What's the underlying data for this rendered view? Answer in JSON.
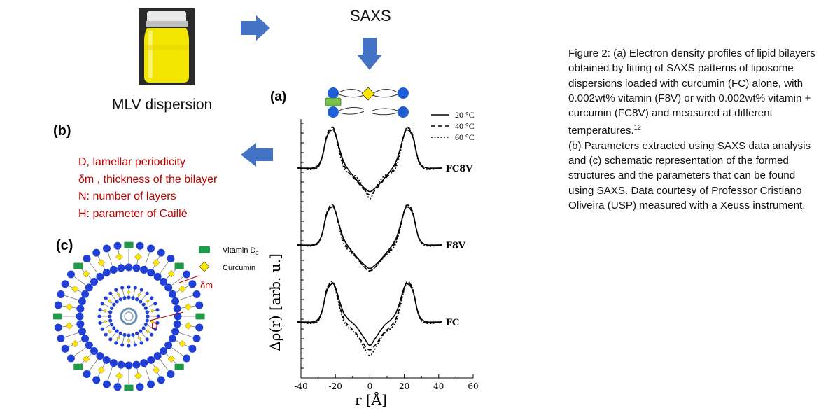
{
  "photo": {
    "label": "MLV dispersion"
  },
  "process": {
    "label": "SAXS"
  },
  "labels": {
    "a": "(a)",
    "b": "(b)",
    "c": "(c)"
  },
  "parameters": [
    "D, lamellar periodicity",
    "δm , thickness of the bilayer",
    "N: number of layers",
    "H: parameter of Caillé"
  ],
  "caption": {
    "text": "Figure 2: (a) Electron density profiles of lipid bilayers obtained by fitting of SAXS patterns of liposome dispersions loaded with curcumin (FC) alone, with 0.002wt% vitamin (F8V) or with 0.002wt% vitamin + curcumin (FC8V) and measured at different temperatures.",
    "ref": "12",
    "text2": "(b) Parameters extracted using SAXS data analysis and (c) schematic representation of the formed structures and the parameters that can be found using SAXS. Data courtesy of Professor Cristiano Oliveira (USP) measured with a Xeuss instrument."
  },
  "schematic_legend": {
    "vitamin": "Vitamin D",
    "vitamin_sub": "3",
    "curcumin": "Curcumin",
    "dm": "δm",
    "D": "D"
  },
  "colors": {
    "arrow": "#4472c4",
    "param_text": "#c00000",
    "head": "#1f3fd6",
    "vitamin": "#1e9a48",
    "curcumin": "#ffe600",
    "jar_liquid": "#f2e600"
  },
  "chart_data": {
    "type": "line",
    "xlabel": "r [Å]",
    "ylabel": "Δρ(r) [arb. u.]",
    "xlim": [
      -40,
      60
    ],
    "xticks": [
      -40,
      -20,
      0,
      20,
      40,
      60
    ],
    "legend_position": "top-right",
    "series_styles": [
      {
        "name": "20 °C",
        "dash": "solid"
      },
      {
        "name": "40 °C",
        "dash": "dashed"
      },
      {
        "name": "60 °C",
        "dash": "dotted"
      }
    ],
    "panels": [
      {
        "name": "FC8V",
        "offset": 2,
        "profiles": {
          "20 °C": {
            "x": [
              -42,
              -30,
              -25,
              -22,
              -20,
              -15,
              -8,
              -3,
              0,
              3,
              8,
              15,
              20,
              22,
              25,
              30,
              42
            ],
            "y": [
              0,
              0.05,
              0.55,
              0.68,
              0.6,
              0.1,
              -0.2,
              -0.36,
              -0.42,
              -0.36,
              -0.2,
              0.1,
              0.6,
              0.68,
              0.55,
              0.05,
              0
            ]
          },
          "40 °C": {
            "x": [
              -42,
              -30,
              -25,
              -22,
              -20,
              -15,
              -8,
              -3,
              0,
              3,
              8,
              15,
              20,
              22,
              25,
              30,
              42
            ],
            "y": [
              0,
              0.03,
              0.58,
              0.73,
              0.62,
              0.05,
              -0.22,
              -0.4,
              -0.48,
              -0.4,
              -0.22,
              0.05,
              0.62,
              0.73,
              0.58,
              0.03,
              0
            ]
          },
          "60 °C": {
            "x": [
              -42,
              -30,
              -25,
              -22,
              -20,
              -15,
              -8,
              -3,
              0,
              3,
              8,
              15,
              20,
              22,
              25,
              30,
              42
            ],
            "y": [
              0,
              0.02,
              0.55,
              0.72,
              0.6,
              0.0,
              -0.15,
              -0.38,
              -0.55,
              -0.38,
              -0.15,
              0.0,
              0.6,
              0.72,
              0.55,
              0.02,
              0
            ]
          }
        }
      },
      {
        "name": "F8V",
        "offset": 1,
        "profiles": {
          "20 °C": {
            "x": [
              -42,
              -30,
              -25,
              -22,
              -20,
              -15,
              -8,
              -3,
              0,
              3,
              8,
              15,
              20,
              22,
              25,
              30,
              42
            ],
            "y": [
              0,
              0.05,
              0.55,
              0.68,
              0.6,
              0.1,
              -0.2,
              -0.36,
              -0.42,
              -0.36,
              -0.2,
              0.1,
              0.6,
              0.68,
              0.55,
              0.05,
              0
            ]
          },
          "40 °C": {
            "x": [
              -42,
              -30,
              -25,
              -22,
              -20,
              -15,
              -8,
              -3,
              0,
              3,
              8,
              15,
              20,
              22,
              25,
              30,
              42
            ],
            "y": [
              0,
              0.04,
              0.57,
              0.71,
              0.61,
              0.06,
              -0.22,
              -0.4,
              -0.46,
              -0.4,
              -0.22,
              0.06,
              0.61,
              0.71,
              0.57,
              0.04,
              0
            ]
          },
          "60 °C": {
            "x": [
              -42,
              -30,
              -25,
              -22,
              -20,
              -15,
              -8,
              -3,
              0,
              3,
              8,
              15,
              20,
              22,
              25,
              30,
              42
            ],
            "y": [
              0,
              0.03,
              0.58,
              0.72,
              0.6,
              0.02,
              -0.22,
              -0.4,
              -0.47,
              -0.4,
              -0.22,
              0.02,
              0.6,
              0.72,
              0.58,
              0.03,
              0
            ]
          }
        }
      },
      {
        "name": "FC",
        "offset": 0,
        "profiles": {
          "20 °C": {
            "x": [
              -42,
              -30,
              -25,
              -22,
              -20,
              -15,
              -8,
              -3,
              0,
              3,
              8,
              15,
              20,
              22,
              25,
              30,
              42
            ],
            "y": [
              0,
              0.05,
              0.55,
              0.68,
              0.62,
              0.15,
              -0.08,
              -0.3,
              -0.42,
              -0.3,
              -0.08,
              0.15,
              0.62,
              0.68,
              0.55,
              0.05,
              0
            ]
          },
          "40 °C": {
            "x": [
              -42,
              -30,
              -25,
              -22,
              -20,
              -15,
              -8,
              -3,
              0,
              3,
              8,
              15,
              20,
              22,
              25,
              30,
              42
            ],
            "y": [
              0,
              0.03,
              0.58,
              0.7,
              0.6,
              0.05,
              -0.2,
              -0.42,
              -0.5,
              -0.42,
              -0.2,
              0.05,
              0.6,
              0.7,
              0.58,
              0.03,
              0
            ]
          },
          "60 °C": {
            "x": [
              -42,
              -30,
              -25,
              -22,
              -20,
              -15,
              -8,
              -3,
              0,
              3,
              8,
              15,
              20,
              22,
              25,
              30,
              42
            ],
            "y": [
              0,
              0.02,
              0.58,
              0.72,
              0.58,
              0.0,
              -0.22,
              -0.48,
              -0.6,
              -0.48,
              -0.22,
              0.0,
              0.58,
              0.72,
              0.58,
              0.02,
              0
            ]
          }
        }
      }
    ]
  }
}
